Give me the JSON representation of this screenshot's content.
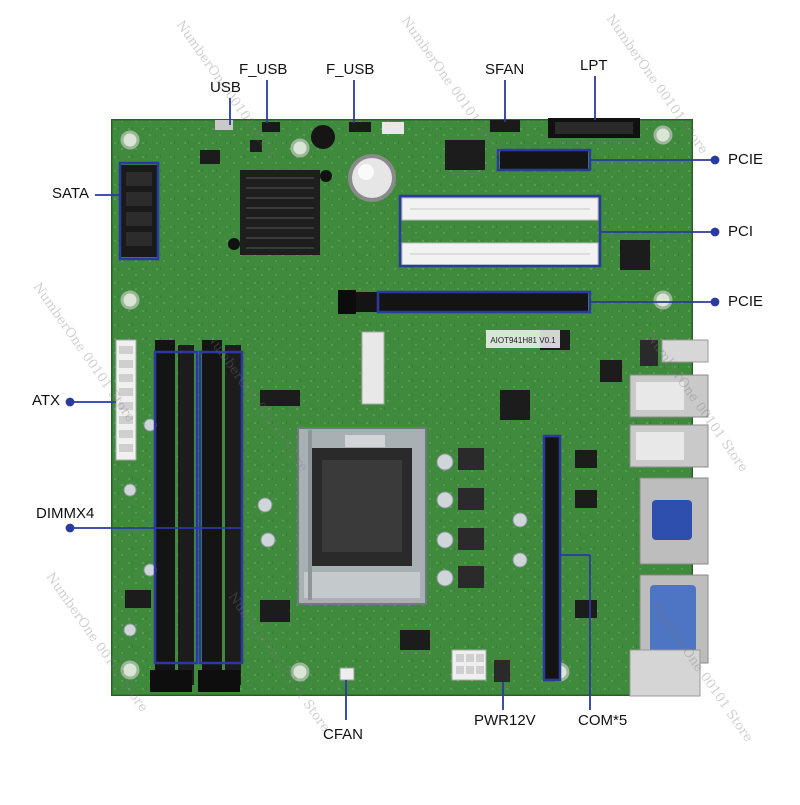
{
  "watermark": "NumberOne 00101 Store",
  "board_marking": "AIOT941H81 V0.1",
  "labels": {
    "usb": "USB",
    "f_usb_1": "F_USB",
    "f_usb_2": "F_USB",
    "sfan": "SFAN",
    "lpt": "LPT",
    "sata": "SATA",
    "pcie_1": "PCIE",
    "pci": "PCI",
    "pcie_2": "PCIE",
    "atx": "ATX",
    "dimm": "DIMMX4",
    "cfan": "CFAN",
    "pwr12v": "PWR12V",
    "com": "COM*5"
  },
  "colors": {
    "pcb": "#3f8a3c",
    "pcb_dark": "#2e6e2c",
    "highlight": "#2a3aa0",
    "slot": "#141414",
    "pci_slot": "#f2f2f2"
  }
}
